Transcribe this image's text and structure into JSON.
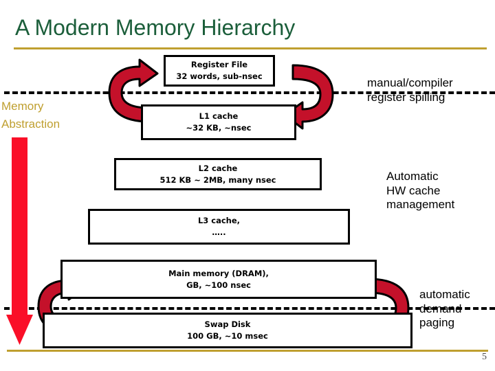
{
  "slide": {
    "title": "A Modern Memory Hierarchy",
    "page_number": "5",
    "title_color": "#1b5e3a",
    "rule_color": "#bf9f2f",
    "arrow_color": "#cc1122",
    "down_arrow_color": "#fa0f28"
  },
  "left_label": {
    "line1": "Memory",
    "line2": "Abstraction",
    "color": "#bf9f2f"
  },
  "hierarchy": [
    {
      "id": "register-file",
      "line1": "Register File",
      "line2": "32 words, sub-nsec"
    },
    {
      "id": "l1-cache",
      "line1": "L1 cache",
      "line2": "~32 KB, ~nsec"
    },
    {
      "id": "l2-cache",
      "line1": "L2 cache",
      "line2": "512 KB ~ 2MB, many nsec"
    },
    {
      "id": "l3-cache",
      "line1": "L3 cache,",
      "line2": "….."
    },
    {
      "id": "main-memory",
      "line1": "Main memory (DRAM),",
      "line2": "GB, ~100 nsec"
    },
    {
      "id": "swap-disk",
      "line1": "Swap Disk",
      "line2": "100 GB, ~10 msec"
    }
  ],
  "annotations": {
    "manual": {
      "line1": "manual/compiler",
      "line2": "register spilling"
    },
    "automatic_hw": {
      "line1": "Automatic",
      "line2": "HW cache",
      "line3": "management"
    },
    "demand_paging": {
      "line1": "automatic",
      "line2": "demand",
      "line3": "paging"
    }
  },
  "icons": {
    "down_arrow": "down-arrow-icon",
    "curved_arrow_up_right": "curved-arrow-up-right-icon",
    "curved_arrow_down_left": "curved-arrow-down-left-icon"
  }
}
